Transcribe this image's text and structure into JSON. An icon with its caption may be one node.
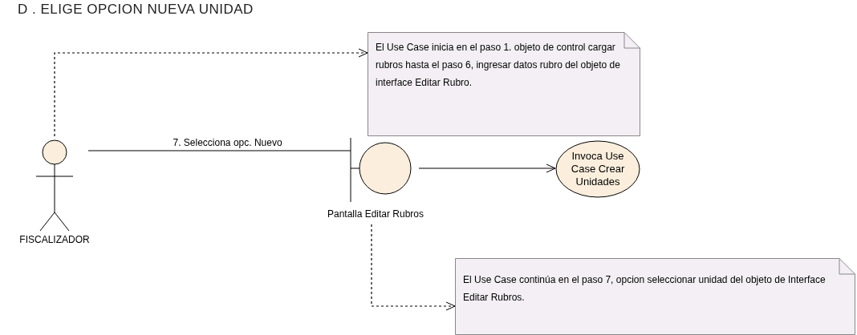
{
  "diagram": {
    "title": "D . ELIGE OPCION NUEVA UNIDAD",
    "nodes": [
      {
        "text": [
          "FISCALIZADOR"
        ]
      },
      {
        "text": [
          "El Use Case inicia en el paso 1. objeto de control cargar rubros hasta el paso 6, ingresar datos rubro del objeto de interface Editar Rubro."
        ]
      },
      {
        "text": [
          "Pantalla Editar Rubros"
        ]
      },
      {
        "text": [
          "Invoca Use Case Crear Unidades"
        ]
      },
      {
        "text": [
          "El Use Case continúa en el paso 7, opcion seleccionar unidad del objeto de Interface Editar Rubros."
        ]
      }
    ],
    "edges": [
      {
        "from": 0,
        "to": 1,
        "arrow": "to",
        "style": "dashed"
      },
      {
        "from": 0,
        "to": 2,
        "arrow": "none",
        "label": "7. Selecciona opc. Nuevo"
      },
      {
        "from": 2,
        "to": 3,
        "arrow": "to"
      },
      {
        "from": 2,
        "to": 4,
        "arrow": "to",
        "style": "dashed"
      }
    ]
  }
}
